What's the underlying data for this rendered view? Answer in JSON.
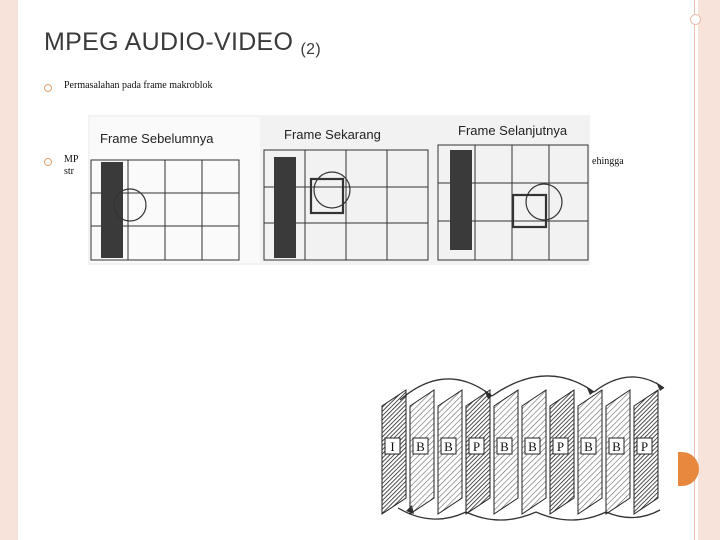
{
  "slide": {
    "title": "MPEG AUDIO-VIDEO",
    "title_suffix": "(2)"
  },
  "bullets": [
    {
      "text": "Permasalahan pada frame makroblok"
    },
    {
      "text_start": "MP",
      "text_start_line2": "str",
      "text_end": "ehingga"
    }
  ],
  "figure_frames": {
    "panels": [
      {
        "label": "Frame Sebelumnya"
      },
      {
        "label": "Frame Sekarang"
      },
      {
        "label": "Frame Selanjutnya"
      }
    ]
  },
  "figure_gop": {
    "frames": [
      "I",
      "B",
      "B",
      "P",
      "B",
      "B",
      "P",
      "B",
      "B",
      "P"
    ]
  },
  "colors": {
    "side_band": "#f7e3d9",
    "accent_orange": "#e8883f",
    "bullet_icon": "#e0a070"
  }
}
